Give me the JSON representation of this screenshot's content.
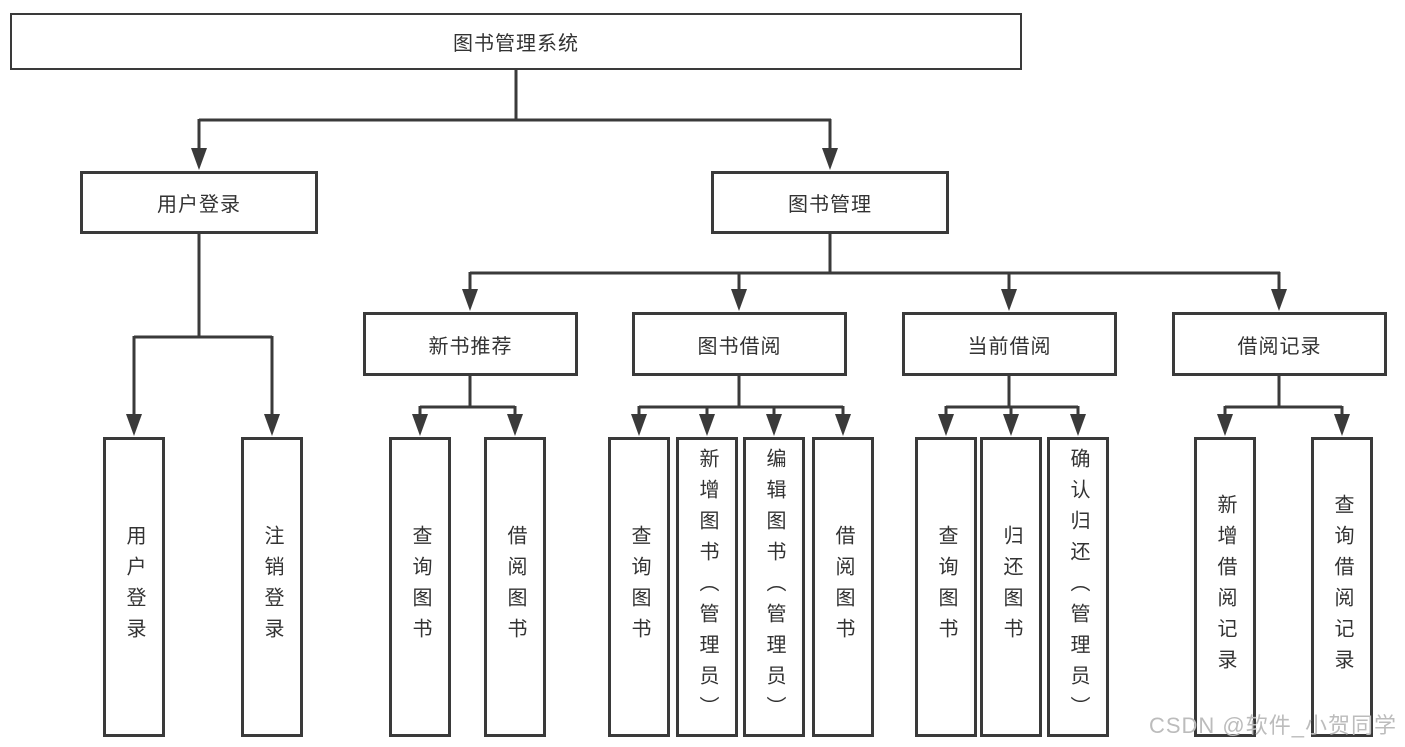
{
  "diagram": {
    "root": {
      "label": "图书管理系统"
    },
    "branches": {
      "user_login": {
        "label": "用户登录",
        "children": [
          "用户登录",
          "注销登录"
        ]
      },
      "book_management": {
        "label": "图书管理",
        "children": {
          "new_book_recommend": {
            "label": "新书推荐",
            "children": [
              "查询图书",
              "借阅图书"
            ]
          },
          "book_borrow": {
            "label": "图书借阅",
            "children": [
              "查询图书",
              "新增图书（管理员）",
              "编辑图书（管理员）",
              "借阅图书"
            ]
          },
          "current_borrow": {
            "label": "当前借阅",
            "children": [
              "查询图书",
              "归还图书",
              "确认归还（管理员）"
            ]
          },
          "borrow_records": {
            "label": "借阅记录",
            "children": [
              "新增借阅记录",
              "查询借阅记录"
            ]
          }
        }
      }
    },
    "watermark": "CSDN @软件_小贺同学",
    "colors": {
      "line": "#3a3a3a",
      "text": "#333333",
      "watermark": "#bcbcbc",
      "background": "#ffffff"
    }
  }
}
